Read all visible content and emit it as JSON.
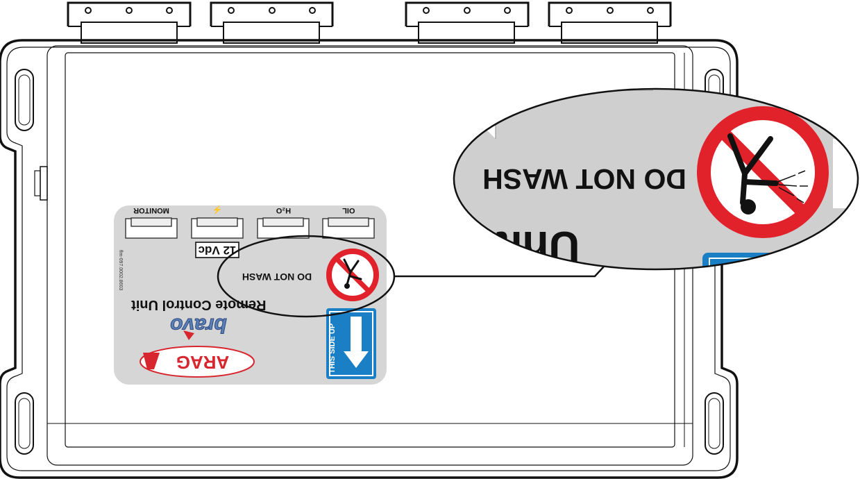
{
  "label": {
    "connectors": [
      "MONITOR",
      "⚡",
      "H₂O",
      "OIL"
    ],
    "voltage": "12 Vdc",
    "warning": "DO NOT WASH",
    "product_line": "bravo",
    "product_title": "Remote Control Unit",
    "brand": "ARAG",
    "part_code": "flm-097.0002.8603",
    "orientation": "THIS SIDE UP"
  },
  "zoom": {
    "warning": "DO NOT WASH",
    "title_fragment": "Unit"
  },
  "colors": {
    "outline": "#111111",
    "label_bg": "#d6d6d6",
    "prohibition_red": "#e1222b",
    "arrow_blue": "#1a7fc4",
    "brand_red": "#d8262e",
    "logo_blue": "#5b7fb8"
  }
}
